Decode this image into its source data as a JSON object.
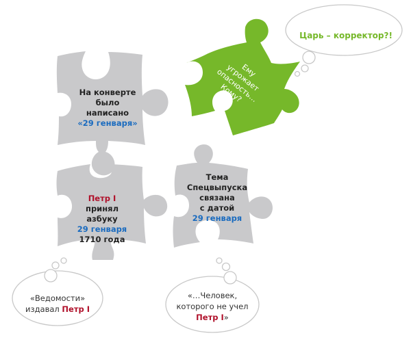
{
  "colors": {
    "piece_gray": "#c9c9cb",
    "piece_green": "#76b82a",
    "accent_red": "#b0102a",
    "accent_blue": "#1a6bbf",
    "bubble_stroke": "#c8c8c8"
  },
  "pieces": {
    "envelope": {
      "lines": [
        "На конверте",
        "было",
        "написано"
      ],
      "highlight": "«29 генваря»"
    },
    "danger": {
      "lines": [
        "Ему",
        "угрожает",
        "опасность…",
        "Кому?"
      ]
    },
    "alphabet": {
      "name": "Петр I",
      "lines": [
        "принял",
        "азбуку"
      ],
      "date": "29 генваря",
      "year": "1710 года"
    },
    "special_issue": {
      "lines": [
        "Тема",
        "Спецвыпуска",
        "связана",
        "с датой"
      ],
      "date": "29 генваря"
    }
  },
  "bubbles": {
    "tsar": {
      "text": "Царь – корректор?!"
    },
    "vedomosti": {
      "line1": "«Ведомости»",
      "line2_prefix": "издавал ",
      "name": "Петр I"
    },
    "chelovek": {
      "line1": "«…Человек,",
      "line2": "которого не учел",
      "name": "Петр I",
      "suffix": "»"
    }
  }
}
